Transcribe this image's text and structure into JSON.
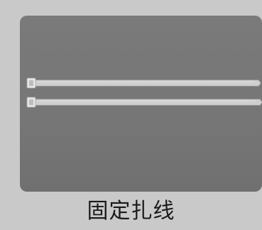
{
  "caption": "固定扎线",
  "photo": {
    "subject": "cable-ties",
    "background_color": "#777777",
    "item_color": "#d9d9d9",
    "item_count": 2
  }
}
